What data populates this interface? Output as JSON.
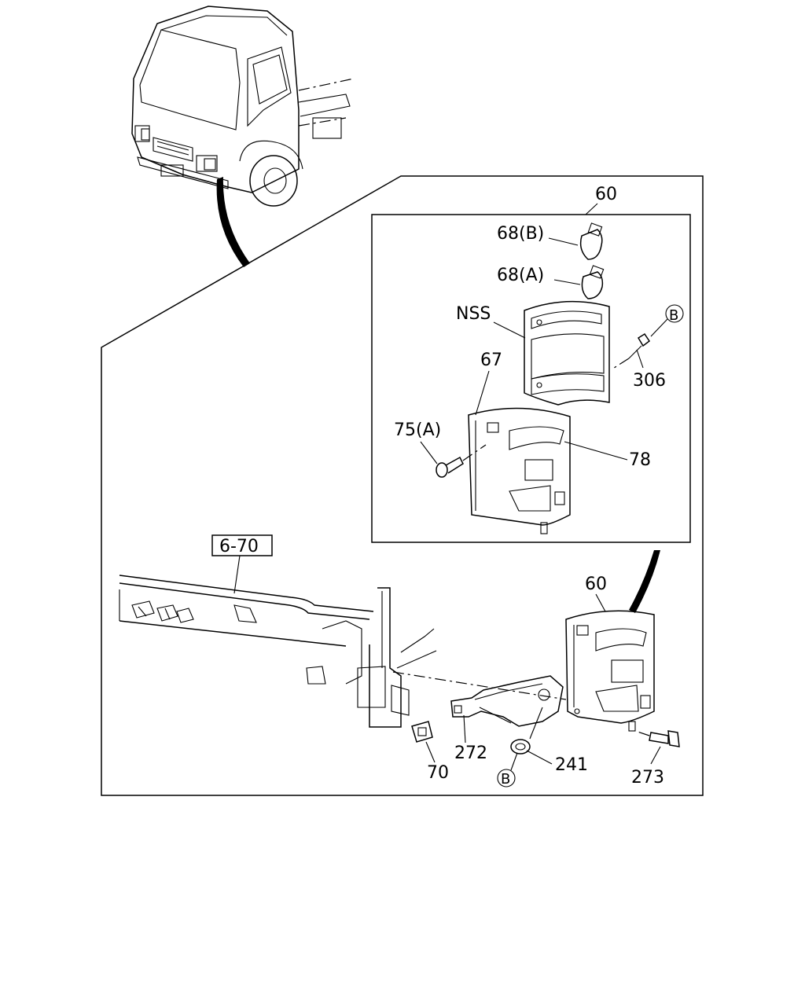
{
  "diagram": {
    "labels": {
      "assembly_main": "60",
      "bulb_b": "68(B)",
      "bulb_a": "68(A)",
      "housing": "NSS",
      "circle_b_top": "B",
      "screw_306": "306",
      "gasket": "67",
      "screw_75a": "75(A)",
      "lens": "78",
      "section_ref": "6-70",
      "assembly_installed": "60",
      "clip_70": "70",
      "bracket_272": "272",
      "grommet_241": "241",
      "circle_b_bottom": "B",
      "bolt_273": "273"
    }
  }
}
